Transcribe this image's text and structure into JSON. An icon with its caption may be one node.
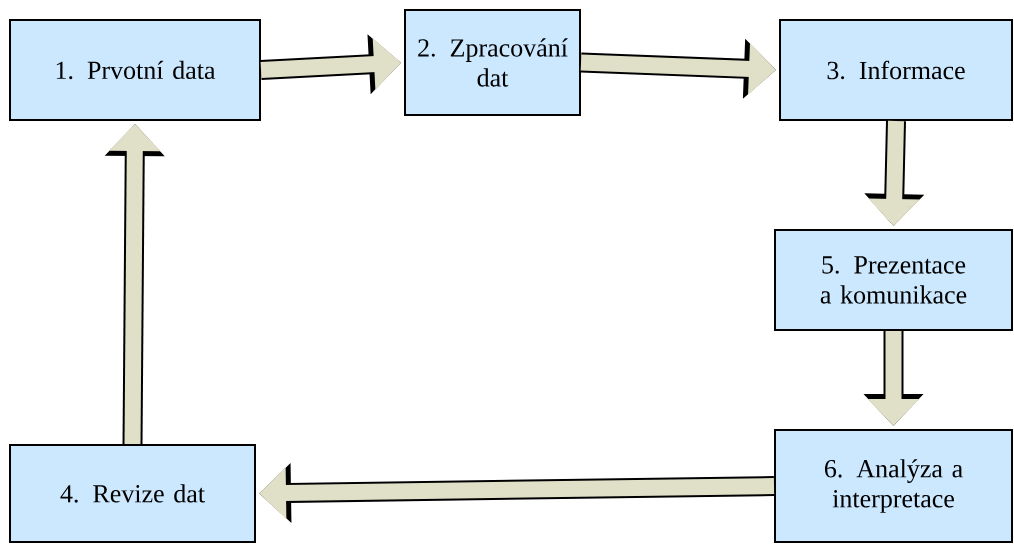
{
  "diagram": {
    "nodes": [
      {
        "text": [
          "1. Prvotní data"
        ]
      },
      {
        "text": [
          "2. Zpracování dat"
        ]
      },
      {
        "text": [
          "3. Informace"
        ]
      },
      {
        "text": [
          "5. Prezentace a komunikace"
        ]
      },
      {
        "text": [
          "4. Revize dat"
        ]
      },
      {
        "text": [
          "6. Analýza a interpretace"
        ]
      }
    ],
    "edges": [
      {
        "from": 0,
        "to": 1,
        "arrow": "to"
      },
      {
        "from": 1,
        "to": 2,
        "arrow": "to"
      },
      {
        "from": 2,
        "to": 3,
        "arrow": "to"
      },
      {
        "from": 3,
        "to": 5,
        "arrow": "to"
      },
      {
        "from": 5,
        "to": 4,
        "arrow": "to"
      },
      {
        "from": 4,
        "to": 0,
        "arrow": "to"
      }
    ]
  }
}
